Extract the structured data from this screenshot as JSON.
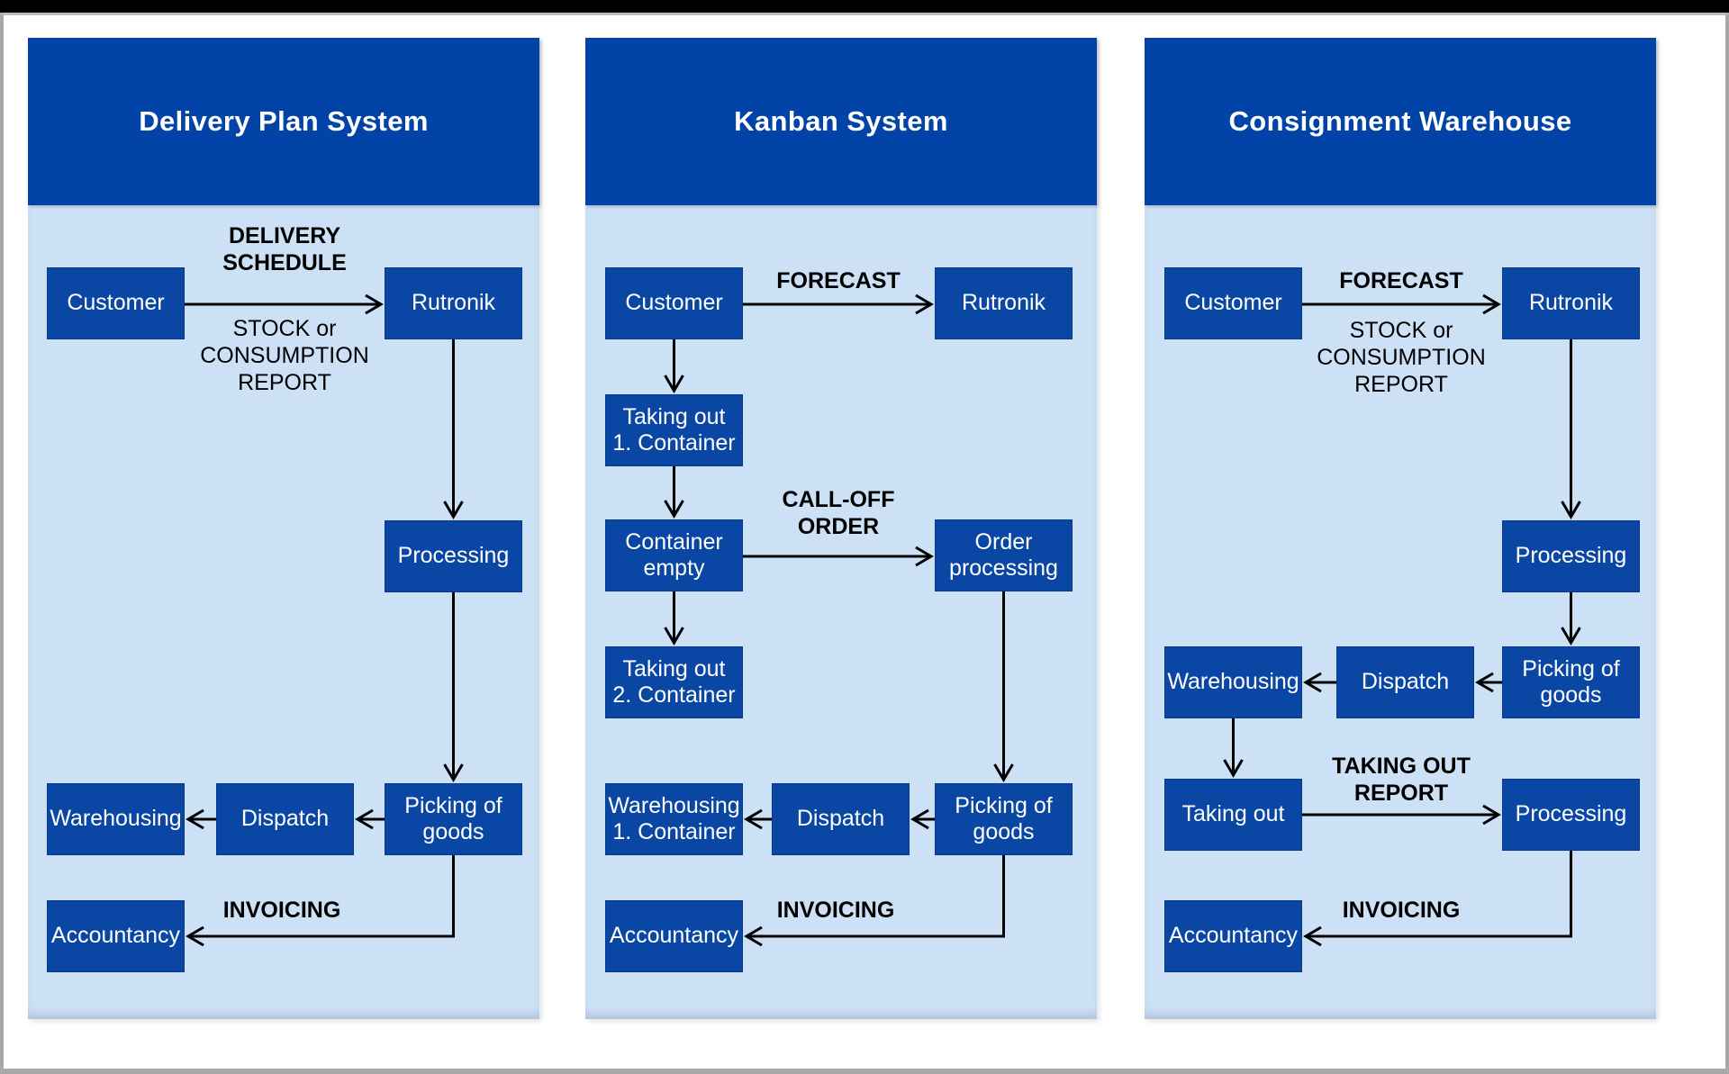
{
  "colors": {
    "header_blue": "#0243a7",
    "box_blue": "#0a47a5",
    "panel_bg": "#cde1f6",
    "arrow_black": "#000000",
    "label_black": "#000000",
    "box_text_white": "#ffffff"
  },
  "panels": [
    {
      "title": "Delivery Plan System",
      "boxes": {
        "customer": "Customer",
        "rutronik": "Rutronik",
        "processing": "Processing",
        "picking_of_goods": "Picking of\ngoods",
        "dispatch": "Dispatch",
        "warehousing": "Warehousing",
        "accountancy": "Accountancy"
      },
      "labels": {
        "delivery_schedule": "DELIVERY\nSCHEDULE",
        "stock_or_consumption_report": "STOCK or\nCONSUMPTION\nREPORT",
        "invoicing": "INVOICING"
      }
    },
    {
      "title": "Kanban System",
      "boxes": {
        "customer": "Customer",
        "rutronik": "Rutronik",
        "taking_out_1_container": "Taking out\n1. Container",
        "container_empty": "Container\nempty",
        "order_processing": "Order\nprocessing",
        "taking_out_2_container": "Taking out\n2. Container",
        "warehousing_1_container": "Warehousing\n1. Container",
        "dispatch": "Dispatch",
        "picking_of_goods": "Picking of\ngoods",
        "accountancy": "Accountancy"
      },
      "labels": {
        "forecast": "FORECAST",
        "call_off_order": "CALL-OFF\nORDER",
        "invoicing": "INVOICING"
      }
    },
    {
      "title": "Consignment Warehouse",
      "boxes": {
        "customer": "Customer",
        "rutronik": "Rutronik",
        "processing": "Processing",
        "warehousing": "Warehousing",
        "dispatch": "Dispatch",
        "picking_of_goods": "Picking of\ngoods",
        "taking_out": "Taking out",
        "processing_2": "Processing",
        "accountancy": "Accountancy"
      },
      "labels": {
        "forecast": "FORECAST",
        "stock_or_consumption_report": "STOCK or\nCONSUMPTION\nREPORT",
        "taking_out_report": "TAKING OUT\nREPORT",
        "invoicing": "INVOICING"
      }
    }
  ]
}
